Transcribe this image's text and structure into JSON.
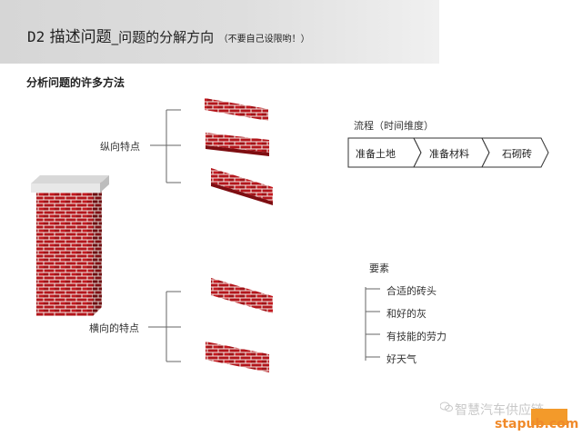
{
  "header": {
    "code": "D2",
    "title": "描述问题",
    "subtitle": "_问题的分解方向",
    "note": "（不要自己设限哟！）"
  },
  "main": {
    "subtitle": "分析问题的许多方法",
    "vertical_label": "纵向特点",
    "horizontal_label": "横向的特点",
    "flow": {
      "title": "流程（时间维度）",
      "steps": [
        "准备土地",
        "准备材料",
        "石砌砖"
      ]
    },
    "elements": {
      "title": "要素",
      "items": [
        "合适的砖头",
        "和好的灰",
        "有技能的劳力",
        "好天气"
      ]
    }
  },
  "watermark": {
    "cn": "智慧汽车供应链",
    "en": "stapub.com"
  },
  "colors": {
    "brick": "#b3151b",
    "mortar": "#f3e9e4",
    "cap": "#e6e6e6",
    "line": "#666666"
  }
}
